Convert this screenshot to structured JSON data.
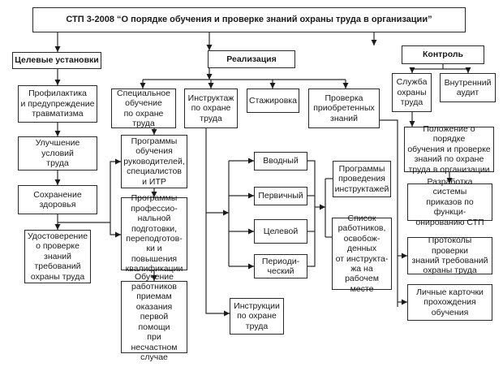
{
  "diagram": {
    "root": {
      "label": "СТП 3-2008 “О порядке обучения и проверке знаний охраны труда в организации”"
    },
    "branches": {
      "goals": {
        "label": "Целевые установки",
        "items": [
          "Профилактика\nи предупреждение\nтравматизма",
          "Улучшение условий\nтруда",
          "Сохранение\nздоровья",
          "Удостоверение\nо проверке\nзнаний\nтребований\nохраны труда"
        ]
      },
      "implementation": {
        "label": "Реализация",
        "items": {
          "special_training": "Специальное\nобучение\nпо охране труда",
          "briefing": "Инструктаж\nпо охране\nтруда",
          "internship": "Стажировка",
          "knowledge_check": "Проверка\nприобретенных\nзнаний"
        },
        "training_programs": [
          "Программы\nобучения\nруководителей,\nспециалистов\nи ИТР",
          "Программы\nпрофессио-\nнальной\nподготовки,\nпереподготов-\nки и повышения\nквалификации",
          "Обучение\nработников\nприемам\nоказания\nпервой помощи\nпри несчастном\nслучае"
        ],
        "briefing_types": [
          "Вводный",
          "Первичный",
          "Целевой",
          "Периоди-\nческий"
        ],
        "briefing_docs": [
          "Программы\nпроведения\nинструктажей",
          "Список\nработников,\nосвобож-\nденных\nот инструкта-\nжа на рабочем\nместе"
        ],
        "instructions": "Инструкции\nпо охране\nтруда"
      },
      "control": {
        "label": "Контроль",
        "items": {
          "safety_service": "Служба\nохраны\nтруда",
          "internal_audit": "Внутренний\nаудит"
        },
        "documents": [
          "Положение о порядке\nобучения и проверке\nзнаний по охране\nтруда в организации",
          "Разработка системы\nприказов по функци-\nонированию СТП",
          "Протоколы проверки\nзнаний требований\nохраны труда",
          "Личные карточки\nпрохождения\nобучения"
        ]
      }
    }
  }
}
